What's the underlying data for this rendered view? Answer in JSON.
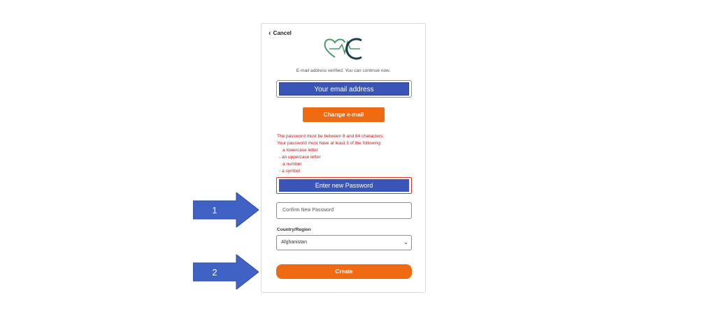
{
  "header": {
    "cancel_label": "Cancel"
  },
  "status": {
    "verified_text": "E-mail address verified. You can continue now."
  },
  "email": {
    "value": "Your email address"
  },
  "buttons": {
    "change_email": "Change e-mail",
    "create": "Create"
  },
  "password_rules": {
    "line1": "The password must be between 8 and 64 characters.",
    "line2": "Your password must have at least 3 of the following:",
    "items": [
      "a lowercase letter",
      "- an uppercase letter",
      "a number",
      "- a symbol"
    ]
  },
  "new_password": {
    "value": "Enter new Password"
  },
  "confirm_password": {
    "placeholder": "Confirm New Password"
  },
  "country": {
    "label": "Country/Region",
    "selected": "Afghanistan"
  },
  "annotations": {
    "arrow1": "1",
    "arrow2": "2"
  },
  "colors": {
    "accent": "#f06a11",
    "highlight": "#3a55b5",
    "error": "#c41a1a",
    "logo_green": "#4a9a6a"
  },
  "icons": {
    "back": "chevron-left-icon",
    "dropdown": "chevron-down-icon"
  }
}
